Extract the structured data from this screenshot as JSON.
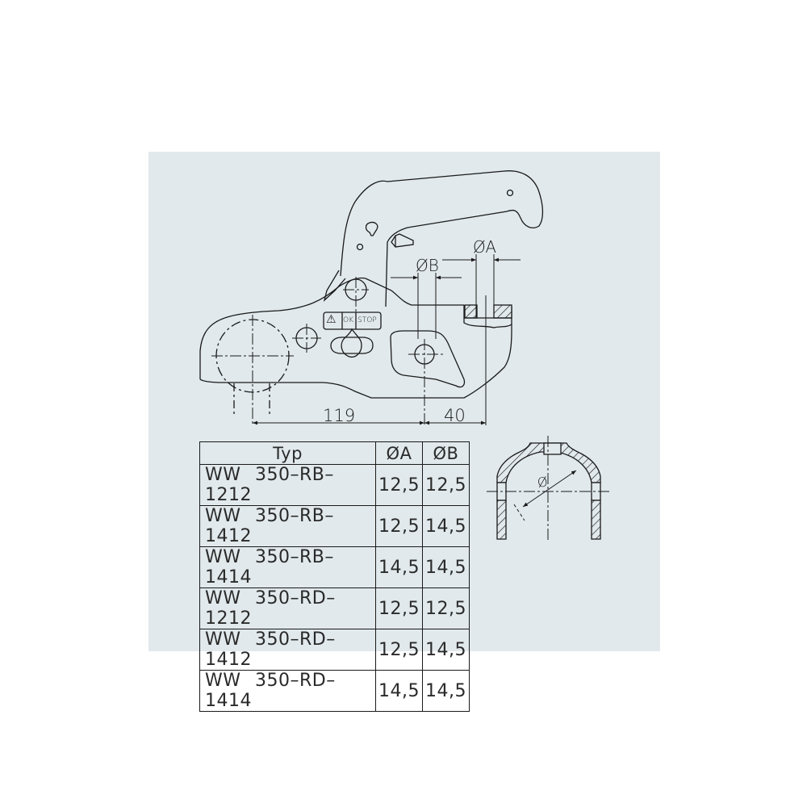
{
  "diagram": {
    "background_color": "#e1e9ec",
    "line_color": "#1a1a1a",
    "main_view": {
      "dimension_labels": {
        "dia_A": "ØA",
        "dia_B": "ØB",
        "length_main": "119",
        "length_offset": "40"
      },
      "indicator_labels": {
        "warning_icon": "⚠",
        "ok": "OK",
        "stop": "STOP"
      }
    },
    "section_view": {
      "dimension_label": "Ø"
    },
    "table": {
      "headers": [
        "Typ",
        "ØA",
        "ØB"
      ],
      "rows": [
        {
          "typ": "WW 350–RB–1212",
          "a": "12,5",
          "b": "12,5"
        },
        {
          "typ": "WW 350–RB–1412",
          "a": "12,5",
          "b": "14,5"
        },
        {
          "typ": "WW 350–RB–1414",
          "a": "14,5",
          "b": "14,5"
        },
        {
          "typ": "WW 350–RD–1212",
          "a": "12,5",
          "b": "12,5"
        },
        {
          "typ": "WW 350–RD–1412",
          "a": "12,5",
          "b": "14,5"
        },
        {
          "typ": "WW 350–RD–1414",
          "a": "14,5",
          "b": "14,5"
        }
      ]
    }
  }
}
